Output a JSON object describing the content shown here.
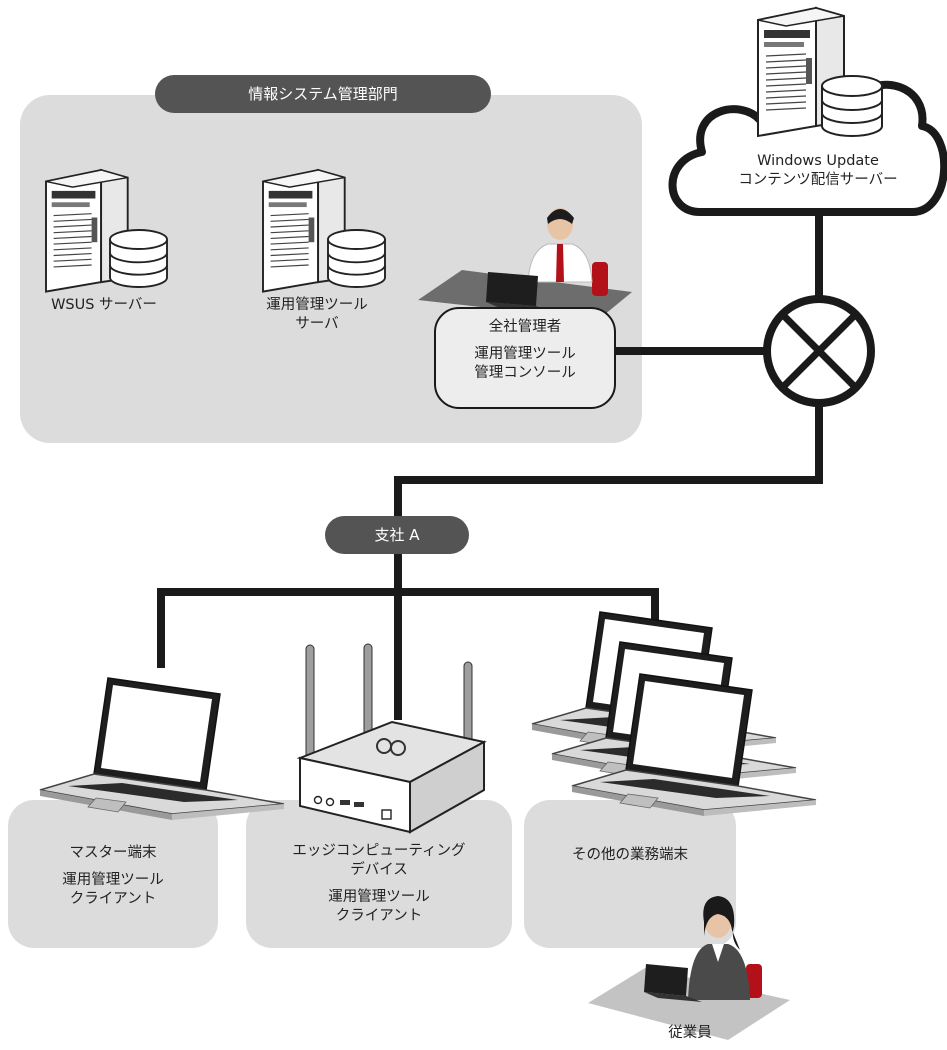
{
  "diagram": {
    "headquarters_label": "情報システム管理部門",
    "branch_label": "支社 A",
    "cloud": {
      "line1": "Windows Update",
      "line2": "コンテンツ配信サーバー"
    },
    "wsus_server": "WSUS サーバー",
    "mgmt_server": {
      "line1": "運用管理ツール",
      "line2": "サーバ"
    },
    "admin": {
      "role": "全社管理者",
      "line1": "運用管理ツール",
      "line2": "管理コンソール"
    },
    "master_terminal": {
      "name": "マスター端末",
      "line1": "運用管理ツール",
      "line2": "クライアント"
    },
    "edge_device": {
      "name1": "エッジコンピューティング",
      "name2": "デバイス",
      "line1": "運用管理ツール",
      "line2": "クライアント"
    },
    "other_terminals": "その他の業務端末",
    "employee": "従業員"
  },
  "colors": {
    "panel_gray": "#dcdcdd",
    "pill_gray": "#545454",
    "line_black": "#1a1a1a",
    "accent_red": "#b3101a"
  },
  "icons": [
    "tower-server-icon",
    "database-icon",
    "cloud-icon",
    "router-icon",
    "laptop-icon",
    "edge-device-icon",
    "person-icon"
  ]
}
